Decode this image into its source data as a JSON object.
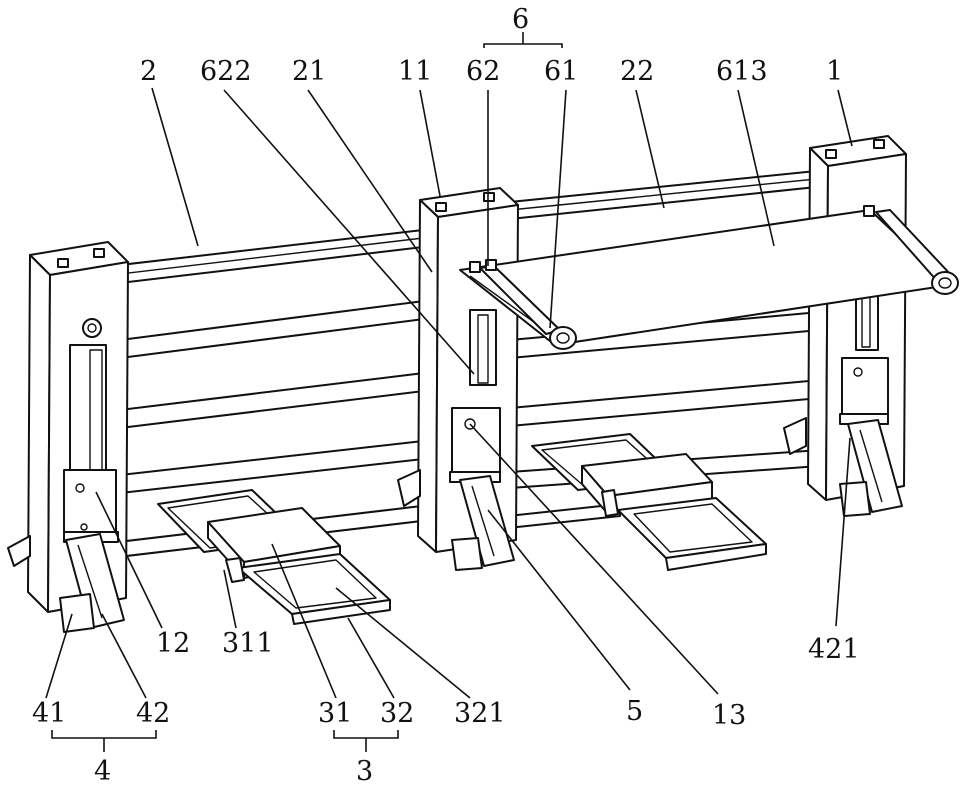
{
  "labels": {
    "l6": "6",
    "l2": "2",
    "l622": "622",
    "l21": "21",
    "l11": "11",
    "l62": "62",
    "l61": "61",
    "l22": "22",
    "l613": "613",
    "l1": "1",
    "l12": "12",
    "l311": "311",
    "l421": "421",
    "l41": "41",
    "l42": "42",
    "l31": "31",
    "l32": "32",
    "l321": "321",
    "l5": "5",
    "l13": "13",
    "l4": "4",
    "l3": "3"
  },
  "colors": {
    "stroke": "#111111",
    "background": "#ffffff"
  }
}
